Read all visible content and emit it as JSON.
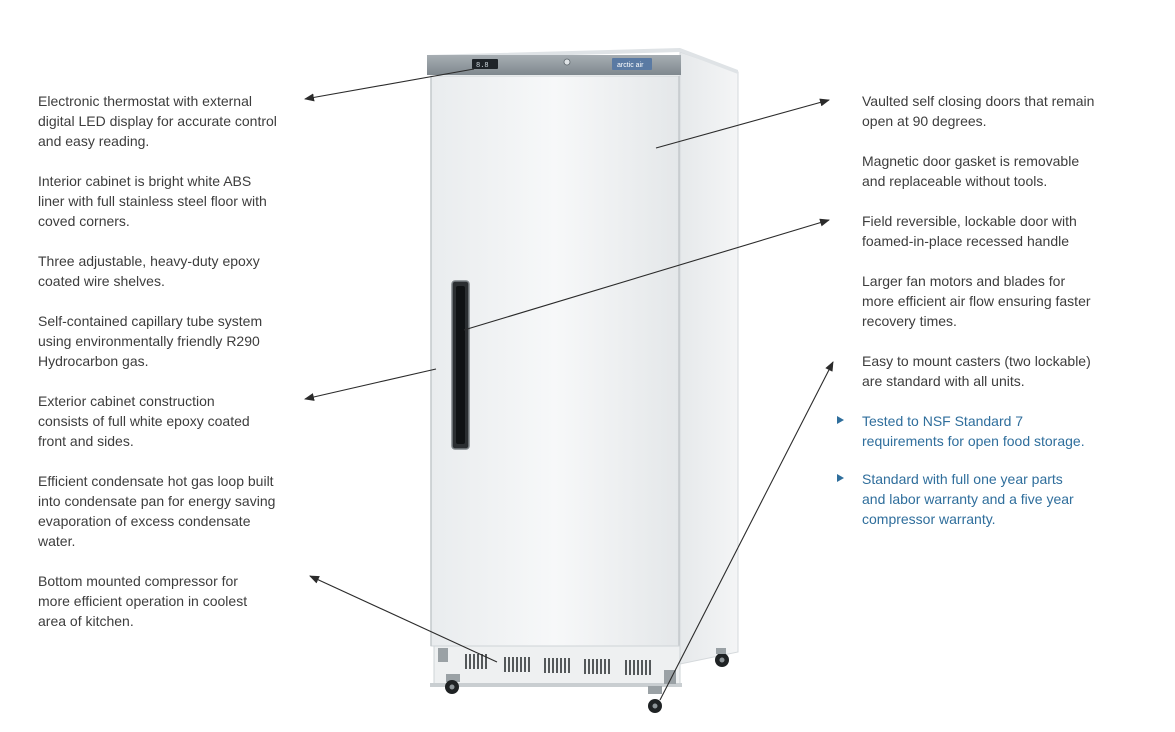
{
  "left_features": [
    "Electronic thermostat with external\ndigital LED display for accurate control\nand easy reading.",
    "Interior cabinet is bright white ABS\nliner with full stainless steel floor with\ncoved corners.",
    "Three adjustable, heavy-duty epoxy\ncoated wire shelves.",
    "Self-contained capillary tube system\nusing environmentally friendly R290\nHydrocarbon gas.",
    "Exterior cabinet construction\nconsists of full white epoxy coated\nfront and sides.",
    "Efficient condensate hot gas loop built\ninto condensate pan for energy saving\nevaporation of excess condensate\nwater.",
    "Bottom mounted compressor for\nmore efficient operation in coolest\narea of kitchen."
  ],
  "right_features": [
    "Vaulted self closing doors that remain\nopen at 90 degrees.",
    "Magnetic door gasket is removable\nand replaceable without tools.",
    "Field reversible, lockable door with\nfoamed-in-place recessed handle",
    "Larger fan motors and blades for\nmore efficient air flow ensuring faster\nrecovery times.",
    "Easy to mount casters (two lockable)\nare standard with all units."
  ],
  "callouts": [
    "Tested to NSF Standard 7\nrequirements for open food storage.",
    "Standard with full one year parts\nand labor warranty and a five year\ncompressor warranty."
  ],
  "product": {
    "brand": "arctic air"
  },
  "colors": {
    "body_text": "#3d3d3d",
    "accent_blue": "#2f6e9c",
    "cabinet_white": "#f3f5f6",
    "header_panel": "#8c959b"
  }
}
